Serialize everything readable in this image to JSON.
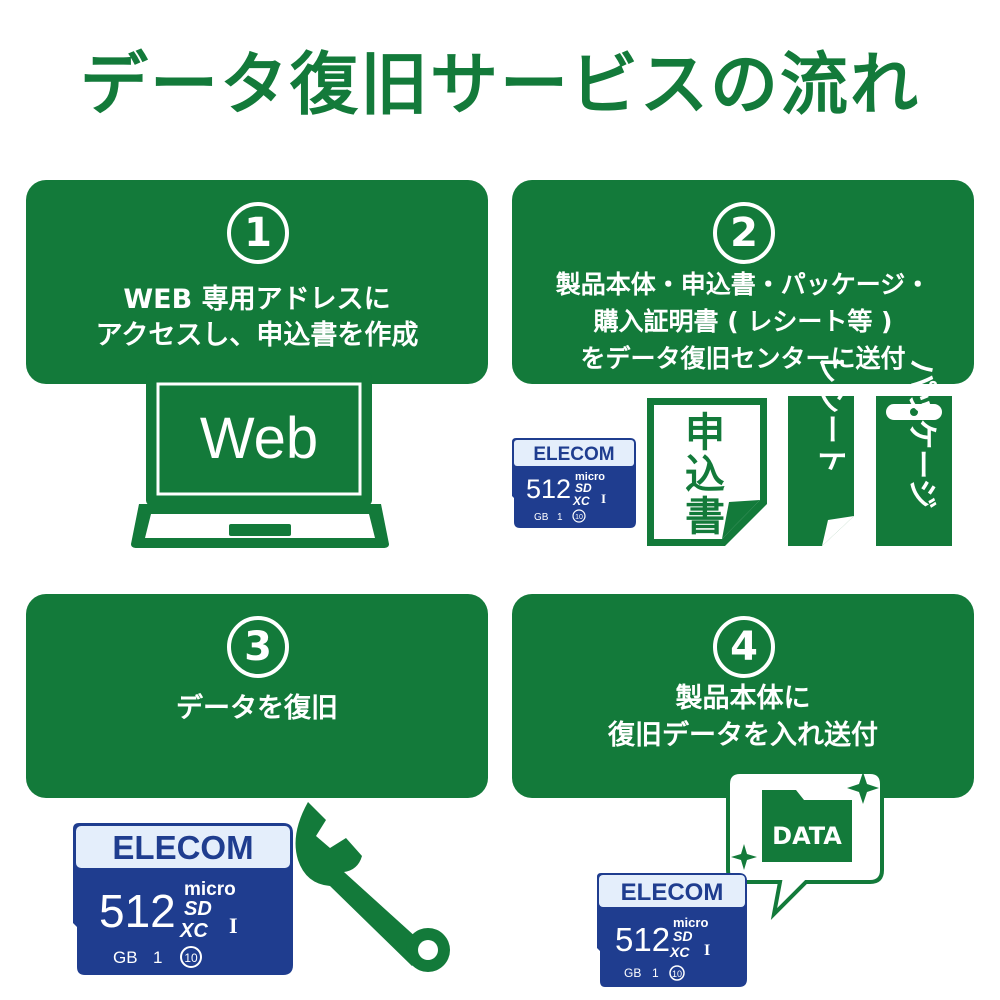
{
  "title": "データ復旧サービスの流れ",
  "colors": {
    "accent": "#137a3a",
    "card_navy": "#1f3d8f"
  },
  "steps": [
    {
      "number": "1",
      "lines": [
        "WEB 専用アドレスに",
        "アクセスし、申込書を作成"
      ]
    },
    {
      "number": "2",
      "lines": [
        "製品本体・申込書・パッケージ・",
        "購入証明書 ( レシート等 )",
        "をデータ復旧センターに送付"
      ]
    },
    {
      "number": "3",
      "lines": [
        "データを復旧"
      ]
    },
    {
      "number": "4",
      "lines": [
        "製品本体に",
        "復旧データを入れ送付"
      ]
    }
  ],
  "laptop": {
    "screen_text": "Web"
  },
  "documents": {
    "form": "申込書",
    "receipt": "レシート",
    "package": "パッケージ"
  },
  "card": {
    "brand": "ELECOM",
    "capacity": "512",
    "unit": "GB",
    "micro": "micro",
    "sd": "SD",
    "xc": "XC",
    "class_label": "I",
    "uhs": "1",
    "speed_class": "10"
  },
  "data_folder": {
    "label": "DATA"
  },
  "icons": [
    "laptop-icon",
    "document-icon",
    "receipt-icon",
    "package-icon",
    "microsd-card-icon",
    "wrench-icon",
    "speech-bubble-icon",
    "folder-icon",
    "sparkle-icon"
  ]
}
